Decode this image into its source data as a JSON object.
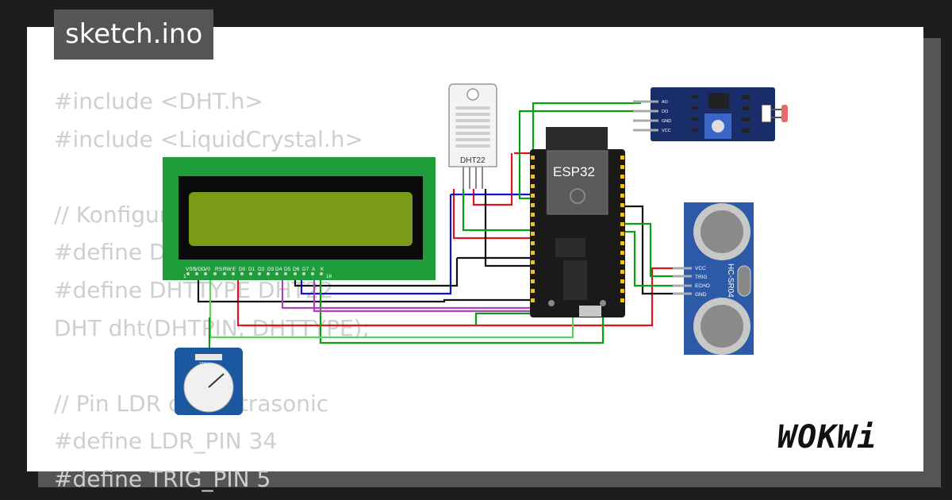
{
  "file_tab": {
    "title": "sketch.ino"
  },
  "code_lines": [
    "#include <DHT.h>",
    "#include <LiquidCrystal.h>",
    "",
    "// Konfigurasi DHT22",
    "#define DHTPIN 4",
    "#define DHTTYPE DHT22",
    "DHT dht(DHTPIN, DHTTYPE);",
    "",
    "// Pin LDR dan Ultrasonic",
    "#define LDR_PIN 34",
    "#define TRIG_PIN 5"
  ],
  "components": {
    "esp32": {
      "label": "ESP32"
    },
    "dht22": {
      "label": "DHT22"
    },
    "lcd": {
      "pin_labels": [
        "VSS",
        "VDD",
        "V0",
        "RS",
        "RW",
        "E",
        "D0",
        "D1",
        "D2",
        "D3",
        "D4",
        "D5",
        "D6",
        "D7",
        "A",
        "K"
      ],
      "pin_start": "1",
      "pin_end": "16"
    },
    "ultrasonic": {
      "label": "HC-SR04",
      "pins": [
        "VCC",
        "TRIG",
        "ECHO",
        "GND"
      ]
    },
    "ldr_module": {
      "pins": [
        "AO",
        "DO",
        "GND",
        "VCC"
      ]
    },
    "potentiometer": {
      "label": "10K"
    }
  },
  "branding": {
    "logo_text": "WOKWi"
  },
  "colors": {
    "background": "#1d1d1d",
    "tab": "#555555",
    "code_text": "#cfcfcf",
    "lcd_board": "#1e9e3a",
    "lcd_screen": "#7a9a18",
    "esp32_board": "#1a1a1a",
    "module_blue": "#1a2d6b",
    "ultrasonic_blue": "#2d5aa6",
    "wire_red": "#e0141e",
    "wire_green": "#0aa012",
    "wire_blue": "#1010d0",
    "wire_black": "#111111",
    "wire_purple": "#b040c0",
    "wire_lightgreen": "#60d060"
  }
}
